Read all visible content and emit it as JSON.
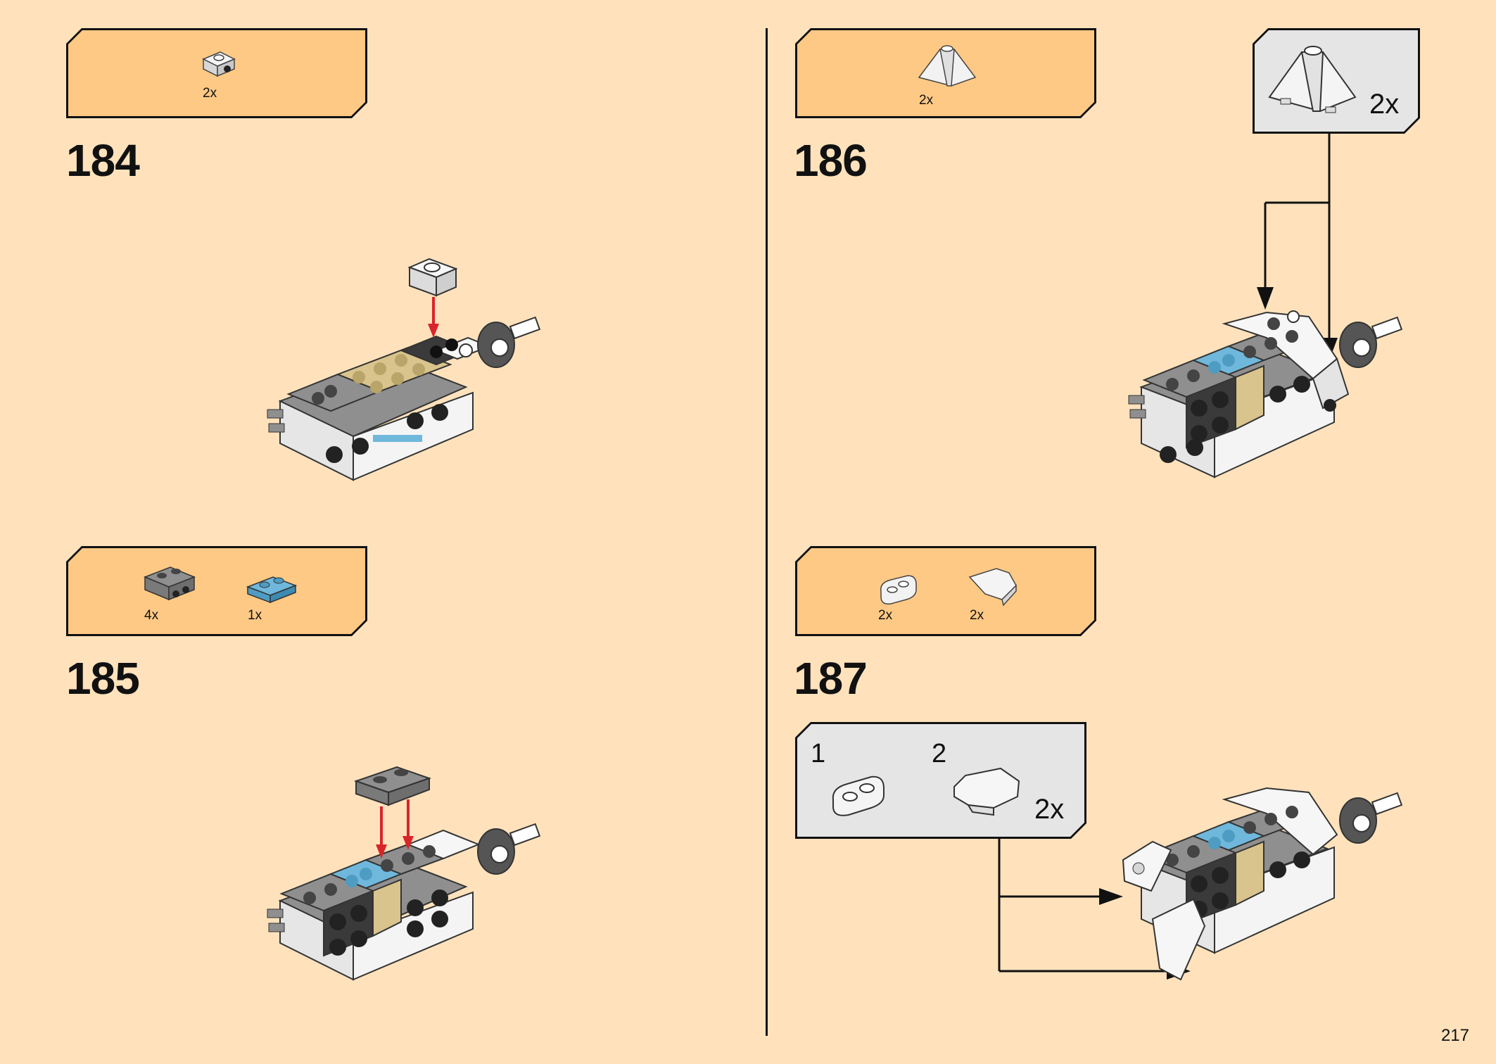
{
  "page_number": "217",
  "steps": [
    {
      "number": "184",
      "parts": [
        {
          "qty": "2x",
          "icon": "white-bracket-1x1-icon"
        }
      ]
    },
    {
      "number": "185",
      "parts": [
        {
          "qty": "4x",
          "icon": "gray-bracket-1x2-icon"
        },
        {
          "qty": "1x",
          "icon": "blue-plate-1x2-icon"
        }
      ]
    },
    {
      "number": "186",
      "parts": [
        {
          "qty": "2x",
          "icon": "white-wedge-slope-icon"
        }
      ],
      "callout": {
        "qty": "2x"
      }
    },
    {
      "number": "187",
      "parts": [
        {
          "qty": "2x",
          "icon": "white-plate-rounded-icon"
        },
        {
          "qty": "2x",
          "icon": "white-wedge-plate-icon"
        }
      ],
      "callout": {
        "sub_steps": [
          "1",
          "2"
        ],
        "qty": "2x"
      }
    }
  ],
  "colors": {
    "background": "#ffe2bc",
    "parts_box": "#fec985",
    "callout_box": "#e5e5e5",
    "arrow_red": "#d9252a",
    "brick_gray": "#8f8f8f",
    "brick_dark": "#3a3a3a",
    "brick_tan": "#d8c48c",
    "brick_blue": "#6fb8dc",
    "brick_white": "#f4f4f4"
  }
}
